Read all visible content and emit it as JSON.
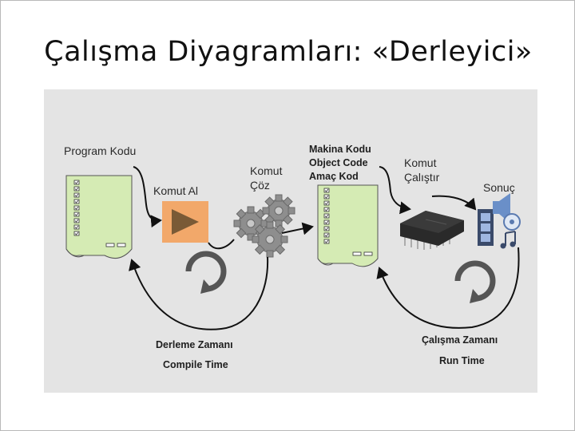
{
  "slide": {
    "title": "Çalışma Diyagramları: «Derleyici»"
  },
  "diagram": {
    "source_program_label": "Program Kodu",
    "fetch_label": "Komut Al",
    "decode_label_1": "Komut",
    "decode_label_2": "Çöz",
    "machine_code_label_1": "Makina Kodu",
    "machine_code_label_2": "Object Code",
    "machine_code_label_3": "Amaç Kod",
    "execute_label_1": "Komut",
    "execute_label_2": "Çalıştır",
    "result_label": "Sonuç",
    "compile_time_tr": "Derleme Zamanı",
    "compile_time_en": "Compile Time",
    "run_time_tr": "Çalışma Zamanı",
    "run_time_en": "Run Time"
  },
  "colors": {
    "document_fill": "#d5ebb4",
    "fetch_box": "#f2a86a",
    "fetch_triangle": "#7a5a36",
    "gear": "#8e8e8e",
    "cycle_arrow": "#555555",
    "connector": "#111111",
    "chip": "#2a2a2a",
    "media_icon": "#6a8fc8"
  }
}
